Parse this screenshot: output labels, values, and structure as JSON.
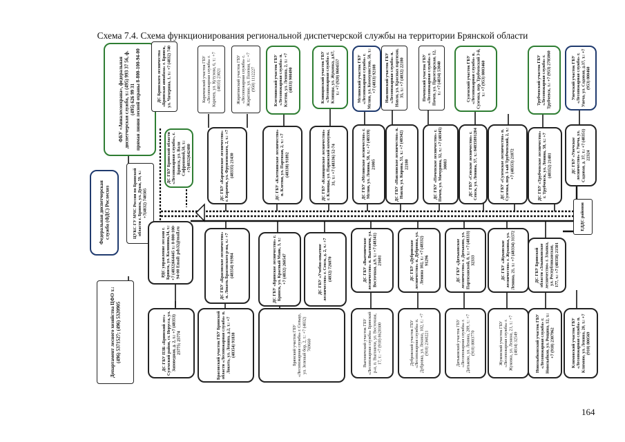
{
  "title": "Схема 7.4.  Схема функционирования региональной диспетчерской службы на территории Брянской области",
  "page_number": "164",
  "colors": {
    "green": "#2e7d32",
    "blue": "#1f3a6e",
    "line": "#111111",
    "red": "#b00000"
  },
  "top": {
    "federal": "Федеральная диспетчерская служба (ФДС) Рослесхоз",
    "fgu": "ФБУ «Авиалесоохрана», федеральная диспетчерская служба, т.: (495) 993 37 56, ф. (495) 626 99 31\nпрямая линия лесной охраны 8-800-100-94-00",
    "cuks": "ЦУКС ГУ МЧС России по Брянской области г. Брянск, ул. Дуки, 59, т.: +7(4832) 740505",
    "department": "Департамент лесного хозяйства ЦФО т.: (496) 5371527; (496) 5320905",
    "rds": "РДС управление лесами г. Брянск, ул. Калинина,34, т.: +7 (4832)664445 т.: 8-800-100-94-00 Email: pds32@mail.ru",
    "edds": "ЕДДС районов",
    "ds_gbu": "ДС ГБУ Брянской области «Лесопожарная служба», г. Брянск, ул. Вали Сафроновой,58, т.: +7(4832)642480"
  },
  "upper_far": [
    "ДС Брянского лесничества «Брянская авиабаза» г. Брянск, ул. Чичерина, 1, т.: +7 (4832) 740",
    "Карачевский участок ГБУ «Лесопожарная служба» г. Карачев, ул. Кутузова, 6, т.: +7 (4835) 23021",
    "Жирятинский участок ГБУ «Лесопожарная служба» с. Жирятино, ул. Полевая, т.: +7 (950) 1112227",
    "Клетнянский участок ГБУ «Лесопожарная служба» п. Клетня, ул. Ленина, 2, т.: +7 (4833) 900490",
    "Клинцовский участок ГБУ «Лесопожарная служба» г. Клинцы, ул. Жуковка, д.67, т.: +7 (920) 8604557",
    "Мглинский участок ГБУ «Лесопожарная служба» г. Мглин, ул. Коммунистов, 58, т.: +7 (4833) 92108",
    "Навлинский участок ГБУ «Лесопожарная служба» п. Навля, ул. Красных партизан, 35, т.: +7 (4832) 22180",
    "Почепский участок ГБУ «Лесопожарная служба» г. Почеп, ул. Пролетарская, 12, т.: +7 (4834) 53040",
    "Суземский участок ГБУ «Лесопожарная служба» п. Суземка, пер. Трубчевский 3-й, т.: +7 (953) 8003460",
    "Трубчевский участок ГБУ «Лесопожарная служба» г. Трубчевск, т.: +7 (953) 2785060",
    "Унечский участок ГБУ «Лесопожарная служба» г. Унеча, ул. Садовая, д.37, т.: +7 (953) 800460"
  ],
  "upper_mid": [
    "ДС ГБУ «Карачевское лесничество» г. Карачев, ул. Фрунзенского, 2, т.: +7 (48335) 21430",
    "ДС ГБУ «Клетнянское лесничество» п. Клетня, ул. Партизан, 2, т.: +7 (48338) 91892",
    "ДС ГБУ «Клинцовское лесничество» г. Клинцы, ул. Парижской коммуны, 31, т.: +7 (48336) 52-74",
    "ДС ГБУ «Мглинское лесничество» г. Мглин, ул. Ленина, 58, т.: +7 (48339) 21005",
    "ДС ГБУ «Навлинское лесничество» п. Навля, ул. Кирова, 51, т.: +7 (48342) 22180",
    "ДС ГБУ «Почепское лесничество» г. Почеп, ул. Мичурина, 32, т.: +7 (48345) 30083",
    "ДС ГБУ «Севское лесничество» г. Севск, ул. Ленина, 57, т.: 84835891204",
    "ДС ГБУ «Суземское лесничество» п. Суземка, пер. 1-ый Трубчевский, 2, т.: +7 (48353) 21872",
    "ДС ГБУ «Трубчевское лесничество» г. Трубчевск, ул. Ленина, 58, т.: +7 (48352) 21481",
    "ДС ГБУ «Унечское лесничество» г. Унеча, ул. Садовая, д. 37, т.: +7 (48351) 22324"
  ],
  "lower_mid": [
    "ДС ГБУ «Брасовское лесничество» п. Локоть Брасовского р-на, т.: +7 (48354) 91984",
    "ДС ГБУ «Брянское лесничество» г. Брянск, ул. Красный Маяк, 3, т.: +7 (4832) 260547",
    "ДС ГБУ «Учебно-опытное лесничество» г. Севск, д. 2, т.: +7 (4832) 726070",
    "ДС ГБУ «Выгоничское лесничество» п. Выгоничи, ул. Восточная, д.9, т.: +7 (48341) 21681",
    "ДС ГБУ «Дубровское лесничество» п. Дубровка, ул. Ленина 102, т.: +7 (48332) 91296",
    "ДС ГБУ «Дятьковское лесничество» г. Дятьково, ул. Партизанской, 8, т.: +7 (48333) 32333",
    "ДС ГБУ «Жуковское лесничество» г. Жуковка, ул. Ленина, 21, т.: +7 (48334) 31572",
    "ДС ГБУ Брянской области «Злынковское лесничество» г. Злынка, ул. Республиканская, 177, т.: +7 (48358) 21501"
  ],
  "lower_far": [
    "ДС ГБУ ПЗБ «Брянский лес» Суземский район, ст. Нерусса, ул. Заповедная, д. 2, т.: +7 (48353) 25775; 25774",
    "Брасовский участок ГБУ Брянской области «Лесопожарная служба» п. Локоть, ул. Ленина, д.2, т.: +7 (48354) 91838",
    "Брянский участок ГБУ «Лесопожарная служба» г. Сельцо, ул. Зеленый бор, 2, т.: +7 (4832) 769660",
    "Выгоничский участок ГБУ «Лесопожарная служба» Брянский р-н, п. Выгоничи, ул. Восточная, 17, т.: +7 (910) 8620300",
    "Дубровский участок ГБУ «Лесопожарная служба» п. Дубровка, ул. Ленина, 102, т.: +7 (910) 2360221",
    "Дятьковский участок ГБУ «Лесопожарная служба» г. Дятьково, ул. Ленина, 209, т.: +7 (910) 8003770",
    "Жуковский участок ГБУ «Лесопожарная служба» г. Жуковка, ул. Ленина, 21, т.: +7 (4834) 32549",
    "Новозыбковский участок ГБУ «Лесопожарная служба» г. Новозыбков, ул. Рощина, 12, т.: +7 (910) 2307962",
    "Климовский участок ГБУ «Лесопожарная служба» п. Климово, ул. Ленина, 20, т.: +7 (910) 800569"
  ]
}
